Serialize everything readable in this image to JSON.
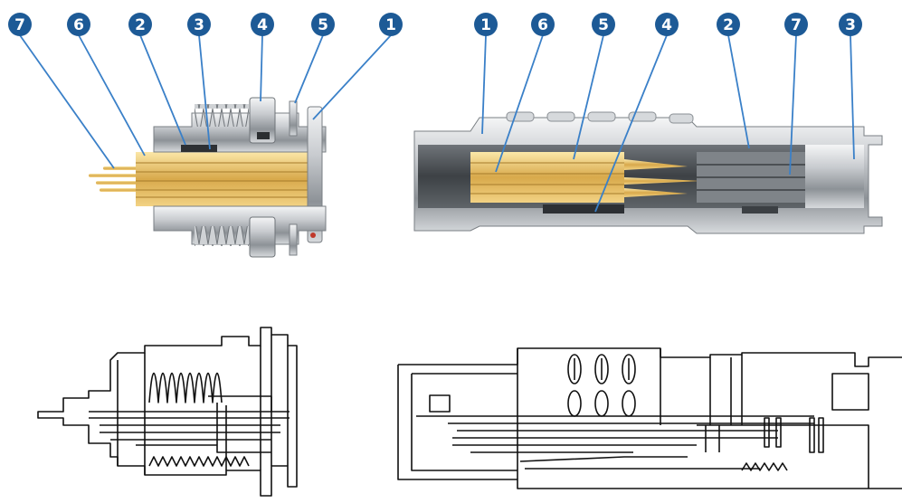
{
  "colors": {
    "badge": "#1d5a96",
    "leader": "#3a80c8",
    "steel_light": "#e4e6e8",
    "steel_mid": "#a9aeb3",
    "steel_dark": "#4e5357",
    "brass_light": "#f4d68a",
    "brass_dark": "#b98a2e",
    "line_art": "#111111"
  },
  "receptacle": {
    "callouts": [
      {
        "label": "7"
      },
      {
        "label": "6"
      },
      {
        "label": "2"
      },
      {
        "label": "3"
      },
      {
        "label": "4"
      },
      {
        "label": "5"
      },
      {
        "label": "1"
      }
    ]
  },
  "plug": {
    "callouts": [
      {
        "label": "1"
      },
      {
        "label": "6"
      },
      {
        "label": "5"
      },
      {
        "label": "4"
      },
      {
        "label": "2"
      },
      {
        "label": "7"
      },
      {
        "label": "3"
      }
    ]
  }
}
